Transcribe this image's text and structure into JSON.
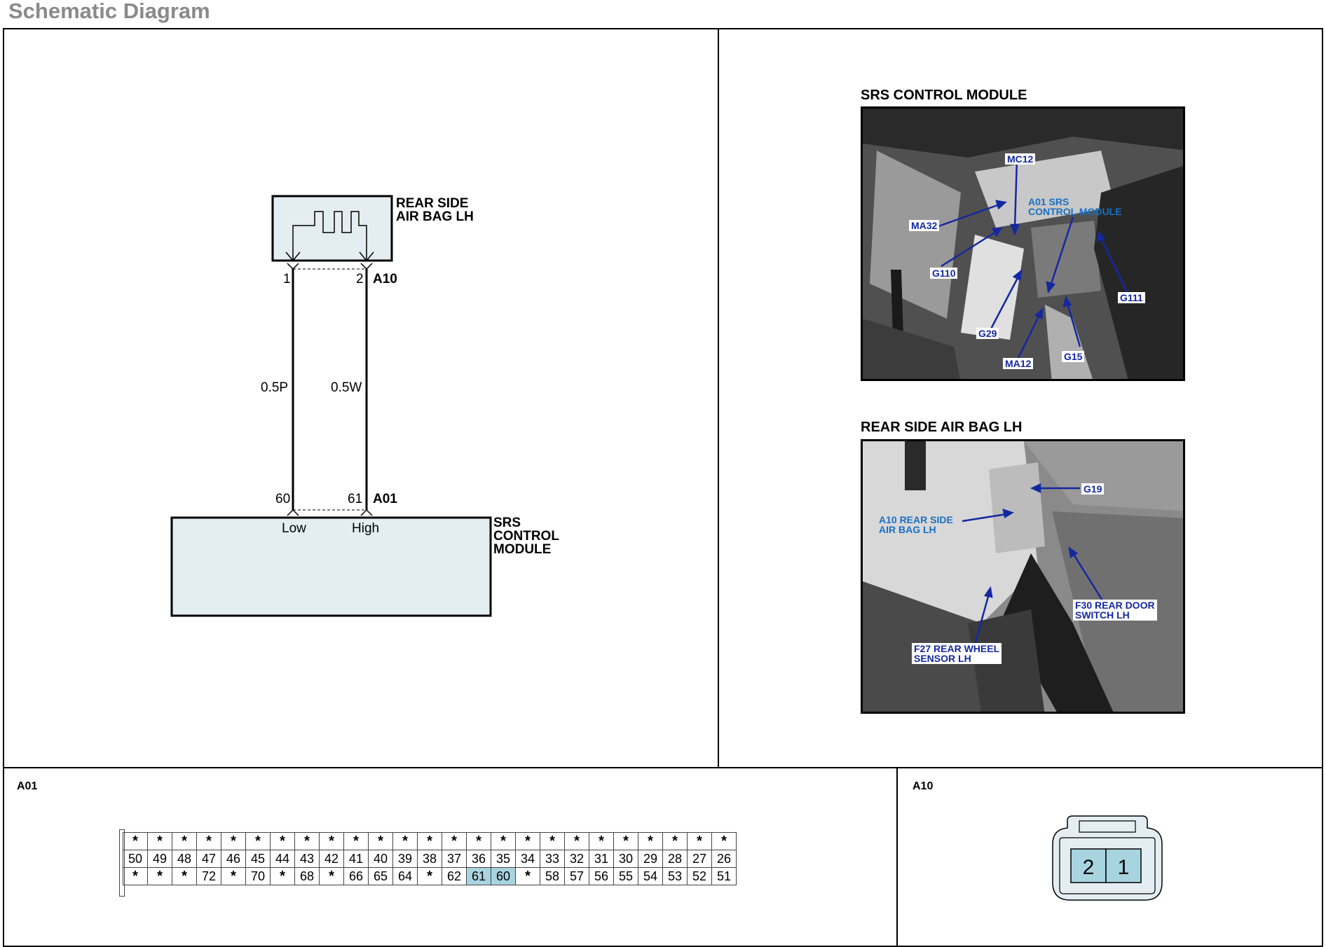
{
  "page_title": "Schematic Diagram",
  "schematic": {
    "top_component": "REAR SIDE\nAIR BAG LH",
    "top_connector": "A10",
    "top_pins": [
      "1",
      "2"
    ],
    "wires": [
      "0.5P",
      "0.5W"
    ],
    "bottom_pins": [
      "60",
      "61"
    ],
    "bottom_connector": "A01",
    "bottom_component": "SRS\nCONTROL\nMODULE",
    "signals": [
      "Low",
      "High"
    ]
  },
  "photos": [
    {
      "title": "SRS CONTROL MODULE",
      "callouts": [
        "MC12",
        "MA32",
        "A01 SRS\nCONTROL MODULE",
        "G110",
        "G111",
        "G29",
        "MA12",
        "G15"
      ]
    },
    {
      "title": "REAR SIDE AIR BAG LH",
      "callouts": [
        "G19",
        "A10 REAR SIDE\nAIR BAG LH",
        "F30 REAR DOOR\nSWITCH LH",
        "F27 REAR WHEEL\nSENSOR LH"
      ]
    }
  ],
  "connector_a01": {
    "label": "A01",
    "rows": [
      [
        "*",
        "*",
        "*",
        "*",
        "*",
        "*",
        "*",
        "*",
        "*",
        "*",
        "*",
        "*",
        "*",
        "*",
        "*",
        "*",
        "*",
        "*",
        "*",
        "*",
        "*",
        "*",
        "*",
        "*",
        "*"
      ],
      [
        "50",
        "49",
        "48",
        "47",
        "46",
        "45",
        "44",
        "43",
        "42",
        "41",
        "40",
        "39",
        "38",
        "37",
        "36",
        "35",
        "34",
        "33",
        "32",
        "31",
        "30",
        "29",
        "28",
        "27",
        "26"
      ],
      [
        "*",
        "*",
        "*",
        "72",
        "*",
        "70",
        "*",
        "68",
        "*",
        "66",
        "65",
        "64",
        "*",
        "62",
        "61",
        "60",
        "*",
        "58",
        "57",
        "56",
        "55",
        "54",
        "53",
        "52",
        "51"
      ]
    ],
    "highlighted": [
      "61",
      "60"
    ]
  },
  "connector_a10": {
    "label": "A10",
    "pins": [
      "2",
      "1"
    ]
  },
  "colors": {
    "component_fill": "#e4eef2",
    "pin_highlight": "#a8d4e0",
    "callout_text": "#1428a0"
  }
}
